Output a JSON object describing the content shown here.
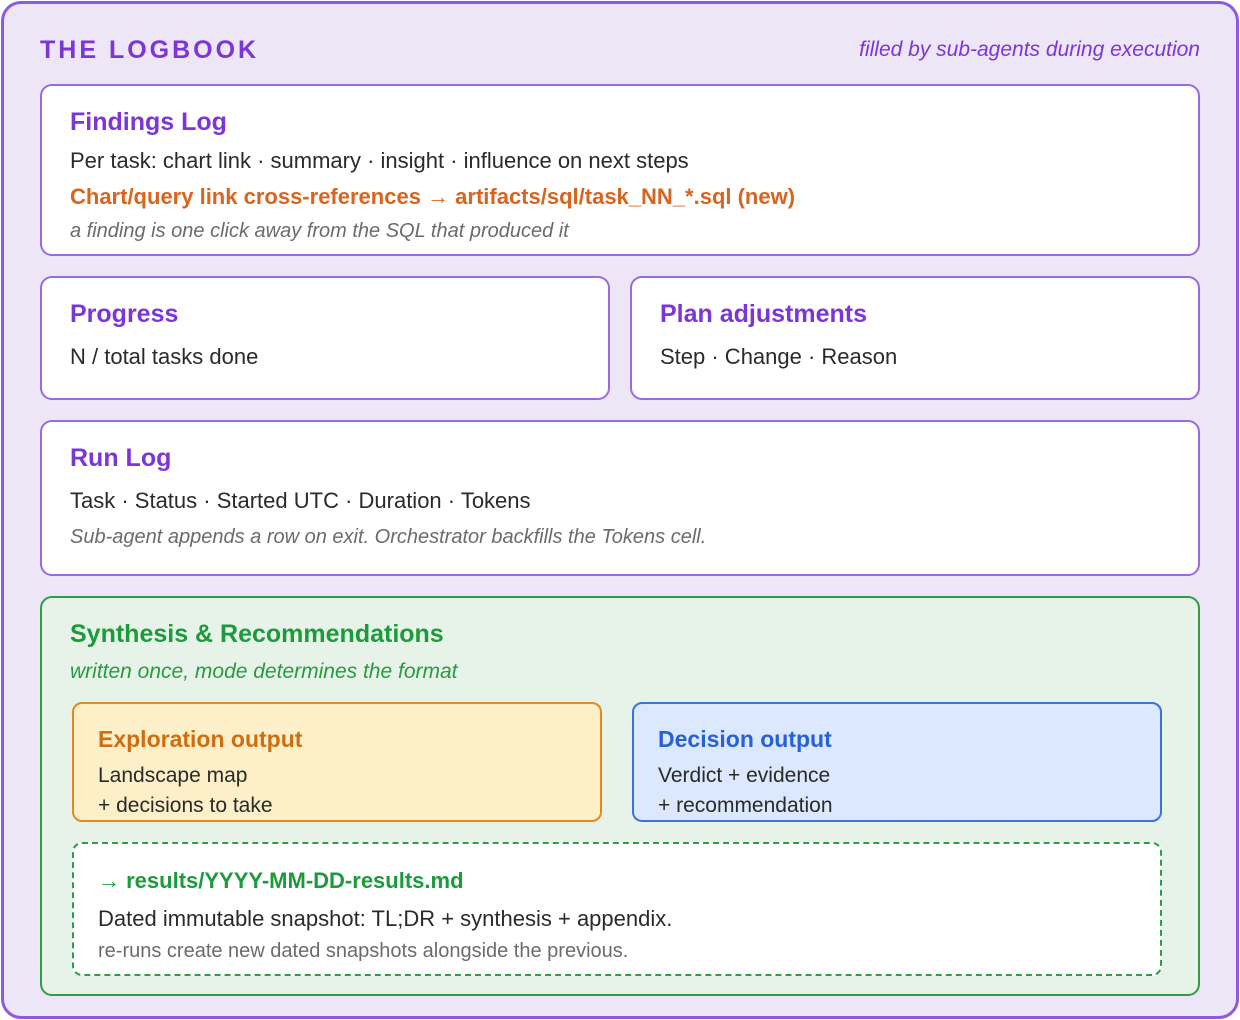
{
  "header": {
    "title": "THE LOGBOOK",
    "subtitle": "filled by sub-agents during execution"
  },
  "findings": {
    "title": "Findings Log",
    "line1": "Per task: chart link · summary · insight · influence on next steps",
    "line2": "Chart/query link cross-references → artifacts/sql/task_NN_*.sql  (new)",
    "note": "a finding is one click away from the SQL that produced it"
  },
  "progress": {
    "title": "Progress",
    "line1": "N / total tasks done"
  },
  "plan": {
    "title": "Plan adjustments",
    "line1": "Step · Change · Reason"
  },
  "runlog": {
    "title": "Run Log",
    "line1": "Task · Status · Started UTC · Duration · Tokens",
    "note": "Sub-agent appends a row on exit. Orchestrator backfills the Tokens cell."
  },
  "synthesis": {
    "title": "Synthesis & Recommendations",
    "subtitle": "written once, mode determines the format",
    "exploration": {
      "title": "Exploration output",
      "line1": "Landscape map",
      "line2": "+ decisions to take"
    },
    "decision": {
      "title": "Decision output",
      "line1": "Verdict + evidence",
      "line2": "+ recommendation"
    },
    "results": {
      "title": "→ results/YYYY-MM-DD-results.md",
      "line1": "Dated immutable snapshot: TL;DR + synthesis + appendix.",
      "note": "re-runs create new dated snapshots alongside the previous."
    }
  }
}
